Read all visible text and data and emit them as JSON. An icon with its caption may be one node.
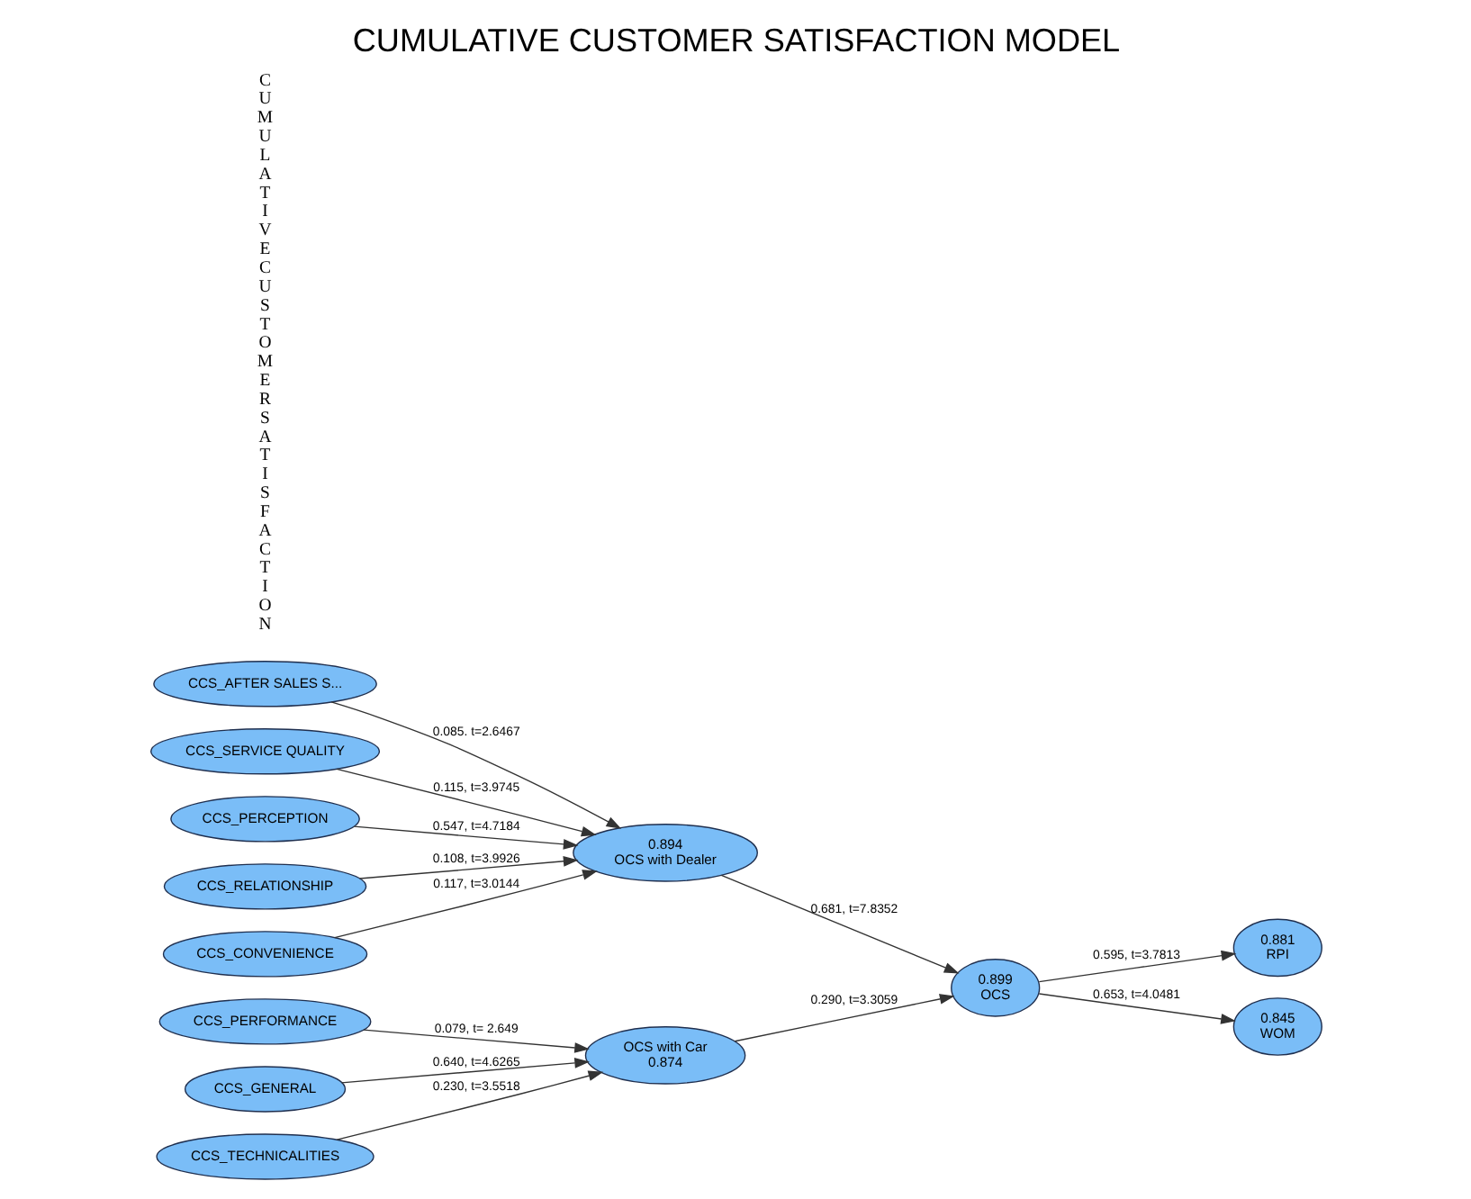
{
  "diagram": {
    "title": "CUMULATIVE CUSTOMER SATISFACTION MODEL",
    "nodes": [
      {
        "text": [
          "CCS_PERFORMANCE"
        ]
      },
      {
        "text": [
          "CCS_TECHNICALITIES"
        ]
      },
      {
        "text": [
          "CCS_GENERAL"
        ]
      },
      {
        "text": [
          "OCS with Car",
          "0.874"
        ]
      },
      {
        "text": [
          "0.881",
          "RPI"
        ]
      },
      {
        "text": [
          "0.899",
          "OCS"
        ]
      },
      {
        "text": [
          "CCS_RELATIONSHIP"
        ]
      },
      {
        "text": [
          "CCS_CONVENIENCE"
        ]
      },
      {
        "text": [
          "CCS_AFTER SALES S..."
        ]
      },
      {
        "text": [
          "CCS_SERVICE QUALITY"
        ]
      },
      {
        "text": [
          "CCS_PERCEPTION"
        ]
      },
      {
        "text": [
          "0.894",
          "OCS with Dealer"
        ]
      },
      {
        "text": [
          "0.845",
          "WOM"
        ]
      }
    ],
    "edges": [
      {
        "from": 0,
        "to": 3,
        "arrow": "to",
        "label": "0.079, t= 2.649"
      },
      {
        "from": 1,
        "to": 3,
        "arrow": "to",
        "label": "0.230, t=3.5518"
      },
      {
        "from": 2,
        "to": 3,
        "arrow": "to",
        "label": "0.640, t=4.6265"
      },
      {
        "from": 3,
        "to": 5,
        "arrow": "to",
        "label": "0.290, t=3.3059"
      },
      {
        "from": 5,
        "to": 4,
        "arrow": "to",
        "label": "0.595, t=3.7813"
      },
      {
        "from": 6,
        "to": 11,
        "arrow": "to",
        "label": "0.108, t=3.9926"
      },
      {
        "from": 7,
        "to": 11,
        "arrow": "to",
        "label": "0.117, t=3.0144"
      },
      {
        "from": 8,
        "to": 11,
        "arrow": "to",
        "label": "0.085. t=2.6467"
      },
      {
        "from": 9,
        "to": 11,
        "arrow": "to",
        "label": "0.115, t=3.9745"
      },
      {
        "from": 10,
        "to": 11,
        "arrow": "to",
        "label": "0.547, t=4.7184"
      },
      {
        "from": 11,
        "to": 5,
        "arrow": "to",
        "label": "0.681, t=7.8352"
      },
      {
        "from": 5,
        "to": 12,
        "arrow": "to",
        "label": "0.653, t=4.0481"
      }
    ],
    "labels": [
      "CUMULATIVECUSTOMERSATISFACTION"
    ]
  }
}
